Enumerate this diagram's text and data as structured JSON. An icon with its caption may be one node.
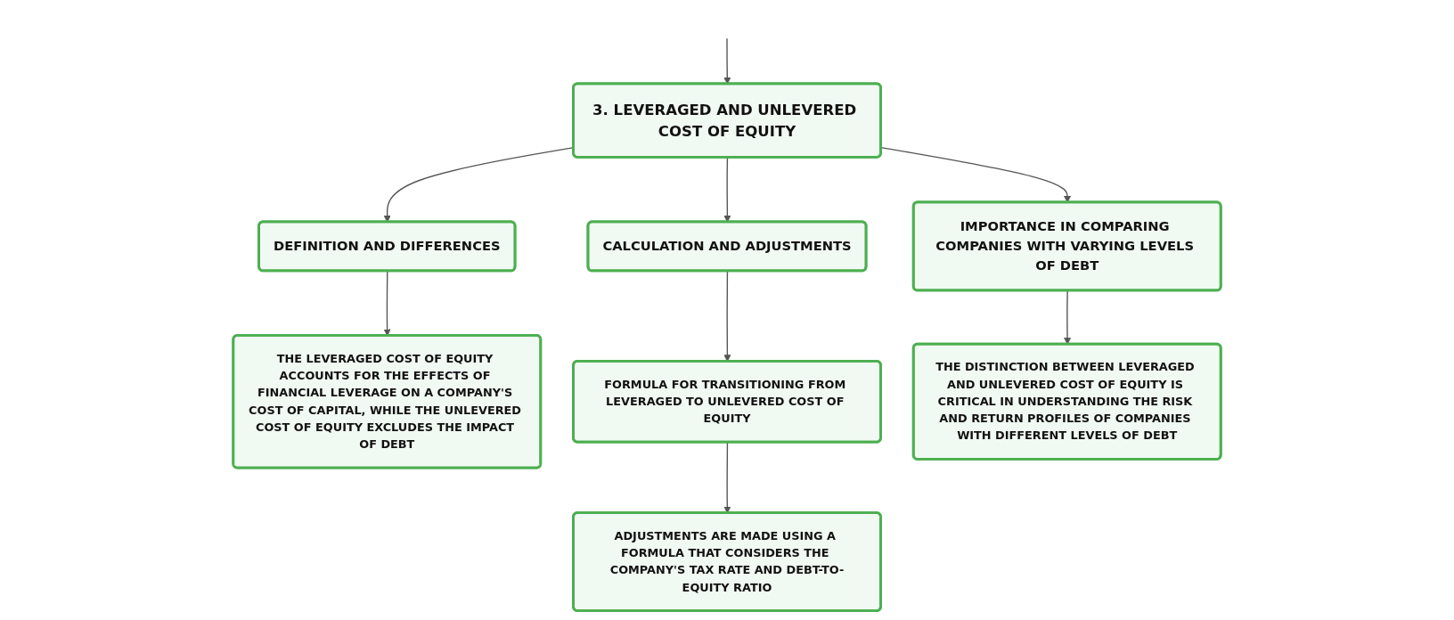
{
  "diagram": {
    "nodes": [
      {
        "text": [
          "3. LEVERAGED AND UNLEVERED COST OF EQUITY"
        ]
      },
      {
        "text": [
          "DEFINITION AND DIFFERENCES"
        ]
      },
      {
        "text": [
          "CALCULATION AND ADJUSTMENTS"
        ]
      },
      {
        "text": [
          "IMPORTANCE IN COMPARING COMPANIES WITH VARYING LEVELS OF DEBT"
        ]
      },
      {
        "text": [
          "THE LEVERAGED COST OF EQUITY ACCOUNTS FOR THE EFFECTS OF FINANCIAL LEVERAGE ON A COMPANY'S COST OF CAPITAL, WHILE THE UNLEVERED COST OF EQUITY EXCLUDES THE IMPACT OF DEBT"
        ]
      },
      {
        "text": [
          "FORMULA FOR TRANSITIONING FROM LEVERAGED TO UNLEVERED COST OF EQUITY"
        ]
      },
      {
        "text": [
          "ADJUSTMENTS ARE MADE USING A FORMULA THAT CONSIDERS THE COMPANY'S TAX RATE AND DEBT-TO-EQUITY RATIO"
        ]
      },
      {
        "text": [
          "THE DISTINCTION BETWEEN LEVERAGED AND UNLEVERED COST OF EQUITY IS CRITICAL IN UNDERSTANDING THE RISK AND RETURN PROFILES OF COMPANIES WITH DIFFERENT LEVELS OF DEBT"
        ]
      }
    ],
    "edges": [
      {
        "from": null,
        "to": 0,
        "arrow": "to"
      },
      {
        "from": 0,
        "to": 1,
        "arrow": "to"
      },
      {
        "from": 0,
        "to": 2,
        "arrow": "to"
      },
      {
        "from": 0,
        "to": 3,
        "arrow": "to"
      },
      {
        "from": 1,
        "to": 4,
        "arrow": "to"
      },
      {
        "from": 2,
        "to": 5,
        "arrow": "to"
      },
      {
        "from": 5,
        "to": 6,
        "arrow": "to"
      },
      {
        "from": 3,
        "to": 7,
        "arrow": "to"
      }
    ]
  }
}
